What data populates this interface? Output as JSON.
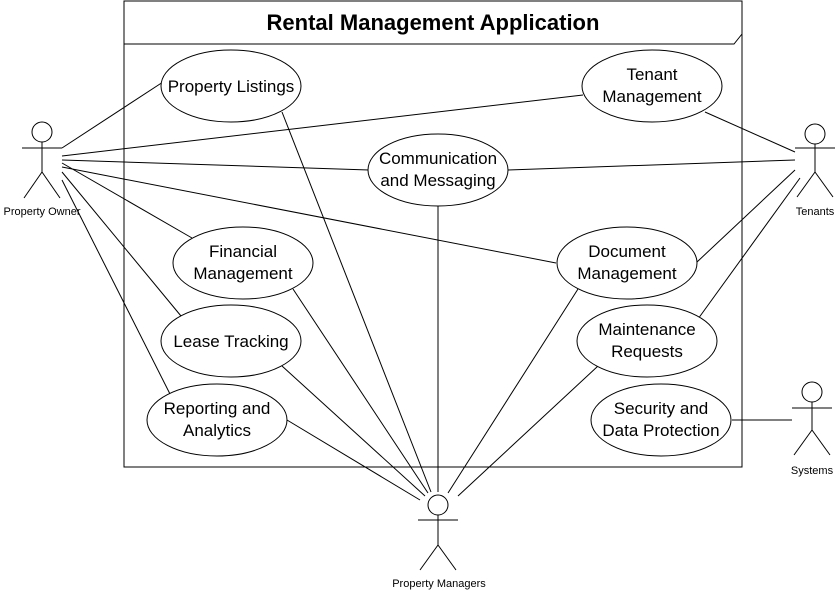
{
  "diagram": {
    "title": "Rental Management Application",
    "use_cases": {
      "property_listings": [
        "Property Listings"
      ],
      "tenant_management": [
        "Tenant",
        "Management"
      ],
      "communication": [
        "Communication",
        "and Messaging"
      ],
      "financial": [
        "Financial",
        "Management"
      ],
      "document": [
        "Document",
        "Management"
      ],
      "lease": [
        "Lease Tracking"
      ],
      "maintenance": [
        "Maintenance",
        "Requests"
      ],
      "reporting": [
        "Reporting and",
        "Analytics"
      ],
      "security": [
        "Security and",
        "Data Protection"
      ]
    },
    "actors": {
      "owner": "Property Owner",
      "tenants": "Tenants",
      "systems": "Systems",
      "managers": "Property Managers"
    },
    "associations": [
      [
        "owner",
        "property_listings"
      ],
      [
        "owner",
        "tenant_management"
      ],
      [
        "owner",
        "communication"
      ],
      [
        "owner",
        "financial"
      ],
      [
        "owner",
        "document"
      ],
      [
        "owner",
        "lease"
      ],
      [
        "owner",
        "reporting"
      ],
      [
        "tenants",
        "tenant_management"
      ],
      [
        "tenants",
        "communication"
      ],
      [
        "tenants",
        "document"
      ],
      [
        "tenants",
        "maintenance"
      ],
      [
        "systems",
        "security"
      ],
      [
        "managers",
        "property_listings"
      ],
      [
        "managers",
        "communication"
      ],
      [
        "managers",
        "financial"
      ],
      [
        "managers",
        "document"
      ],
      [
        "managers",
        "lease"
      ],
      [
        "managers",
        "maintenance"
      ],
      [
        "managers",
        "reporting"
      ]
    ]
  }
}
